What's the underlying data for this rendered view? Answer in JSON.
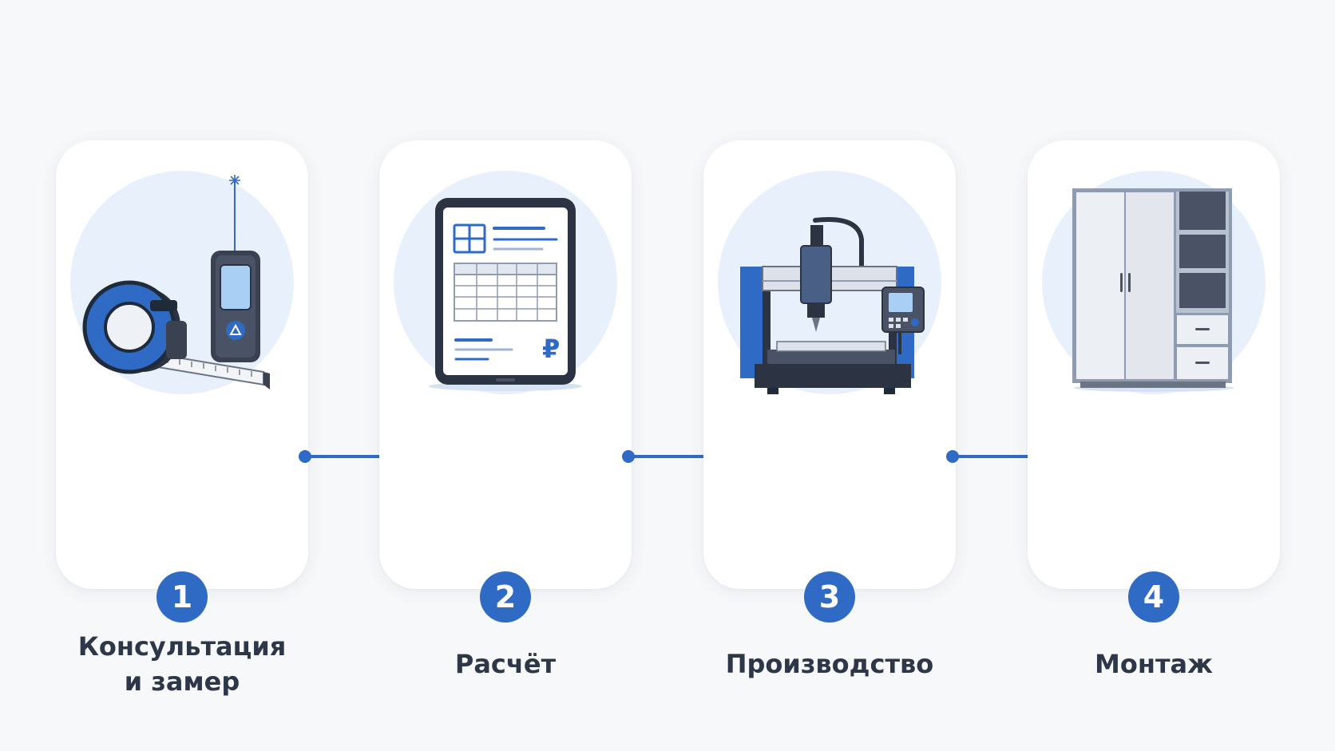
{
  "steps": [
    {
      "number": "1",
      "label_lines": [
        "Консультация",
        "и замер"
      ],
      "icon": "measuring-tools-icon"
    },
    {
      "number": "2",
      "label_lines": [
        "Расчёт"
      ],
      "icon": "tablet-estimate-icon"
    },
    {
      "number": "3",
      "label_lines": [
        "Производство"
      ],
      "icon": "cnc-machine-icon"
    },
    {
      "number": "4",
      "label_lines": [
        "Монтаж"
      ],
      "icon": "wardrobe-icon"
    }
  ],
  "colors": {
    "accent": "#2f6bc4",
    "text": "#2d3748",
    "card": "#ffffff",
    "halo": "#e8f0fb",
    "background": "#f7f8fa"
  },
  "illustrations": {
    "estimate_currency": "₽"
  }
}
